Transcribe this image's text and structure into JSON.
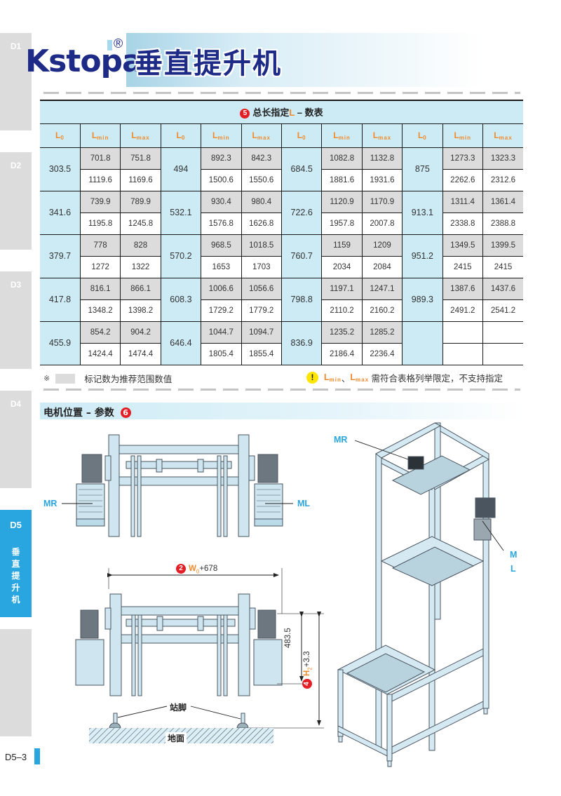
{
  "sidebar": {
    "tabs": [
      {
        "code": "D1",
        "active": false
      },
      {
        "code": "D2",
        "active": false
      },
      {
        "code": "D3",
        "active": false
      },
      {
        "code": "D4",
        "active": false
      },
      {
        "code": "D5",
        "active": true,
        "label_chars": [
          "垂",
          "直",
          "提",
          "升",
          "机"
        ]
      },
      {
        "code": "",
        "active": false
      }
    ]
  },
  "header": {
    "brand": "Kstopa",
    "registered_mark": "®",
    "title": "垂直提升机"
  },
  "table": {
    "badge": "5",
    "title_prefix": "总长指定",
    "title_var": "L",
    "title_suffix": " – 数表",
    "headers": [
      {
        "main": "L",
        "sub": "0"
      },
      {
        "main": "L",
        "sub": "min"
      },
      {
        "main": "L",
        "sub": "max"
      },
      {
        "main": "L",
        "sub": "0"
      },
      {
        "main": "L",
        "sub": "min"
      },
      {
        "main": "L",
        "sub": "max"
      },
      {
        "main": "L",
        "sub": "0"
      },
      {
        "main": "L",
        "sub": "min"
      },
      {
        "main": "L",
        "sub": "max"
      },
      {
        "main": "L",
        "sub": "0"
      },
      {
        "main": "L",
        "sub": "min"
      },
      {
        "main": "L",
        "sub": "max"
      }
    ],
    "groups": [
      {
        "blocks": [
          {
            "l0": "303.5",
            "rec_min": "701.8",
            "rec_max": "751.8",
            "min": "1119.6",
            "max": "1169.6"
          },
          {
            "l0": "494",
            "rec_min": "892.3",
            "rec_max": "842.3",
            "min": "1500.6",
            "max": "1550.6"
          },
          {
            "l0": "684.5",
            "rec_min": "1082.8",
            "rec_max": "1132.8",
            "min": "1881.6",
            "max": "1931.6"
          },
          {
            "l0": "875",
            "rec_min": "1273.3",
            "rec_max": "1323.3",
            "min": "2262.6",
            "max": "2312.6"
          }
        ]
      },
      {
        "blocks": [
          {
            "l0": "341.6",
            "rec_min": "739.9",
            "rec_max": "789.9",
            "min": "1195.8",
            "max": "1245.8"
          },
          {
            "l0": "532.1",
            "rec_min": "930.4",
            "rec_max": "980.4",
            "min": "1576.8",
            "max": "1626.8"
          },
          {
            "l0": "722.6",
            "rec_min": "1120.9",
            "rec_max": "1170.9",
            "min": "1957.8",
            "max": "2007.8"
          },
          {
            "l0": "913.1",
            "rec_min": "1311.4",
            "rec_max": "1361.4",
            "min": "2338.8",
            "max": "2388.8"
          }
        ]
      },
      {
        "blocks": [
          {
            "l0": "379.7",
            "rec_min": "778",
            "rec_max": "828",
            "min": "1272",
            "max": "1322"
          },
          {
            "l0": "570.2",
            "rec_min": "968.5",
            "rec_max": "1018.5",
            "min": "1653",
            "max": "1703"
          },
          {
            "l0": "760.7",
            "rec_min": "1159",
            "rec_max": "1209",
            "min": "2034",
            "max": "2084"
          },
          {
            "l0": "951.2",
            "rec_min": "1349.5",
            "rec_max": "1399.5",
            "min": "2415",
            "max": "2415"
          }
        ]
      },
      {
        "blocks": [
          {
            "l0": "417.8",
            "rec_min": "816.1",
            "rec_max": "866.1",
            "min": "1348.2",
            "max": "1398.2"
          },
          {
            "l0": "608.3",
            "rec_min": "1006.6",
            "rec_max": "1056.6",
            "min": "1729.2",
            "max": "1779.2"
          },
          {
            "l0": "798.8",
            "rec_min": "1197.1",
            "rec_max": "1247.1",
            "min": "2110.2",
            "max": "2160.2"
          },
          {
            "l0": "989.3",
            "rec_min": "1387.6",
            "rec_max": "1437.6",
            "min": "2491.2",
            "max": "2541.2"
          }
        ]
      },
      {
        "blocks": [
          {
            "l0": "455.9",
            "rec_min": "854.2",
            "rec_max": "904.2",
            "min": "1424.4",
            "max": "1474.4"
          },
          {
            "l0": "646.4",
            "rec_min": "1044.7",
            "rec_max": "1094.7",
            "min": "1805.4",
            "max": "1855.4"
          },
          {
            "l0": "836.9",
            "rec_min": "1235.2",
            "rec_max": "1285.2",
            "min": "2186.4",
            "max": "2236.4"
          },
          {
            "l0": "",
            "rec_min": "",
            "rec_max": "",
            "min": "",
            "max": ""
          }
        ]
      }
    ],
    "footnote_left": {
      "symbol": "※",
      "text": "标记数为推荐范围数值",
      "swatch_color": "#dcdcdc"
    },
    "footnote_right": {
      "icon": "!",
      "lmin": "L",
      "lmin_sub": "min",
      "sep": "、",
      "lmax": "L",
      "lmax_sub": "max",
      "text": " 需符合表格列举限定，不支持指定"
    }
  },
  "section": {
    "title": "电机位置 – 参数",
    "badge": "6"
  },
  "diagrams": {
    "top_view": {
      "left_label": "MR",
      "right_label": "ML"
    },
    "front_view": {
      "width_badge": "2",
      "width_var": "W",
      "width_sub": "0",
      "width_expr": "+678",
      "height_dim": "483.5",
      "height_badge": "4",
      "height_var": "H",
      "height_sub": "2",
      "height_expr": "+3.3",
      "feet_label": "站脚",
      "ground_label": "地面"
    },
    "iso_view": {
      "mr_label": "MR",
      "ml_label_line1": "M",
      "ml_label_line2": "L"
    }
  },
  "colors": {
    "brand_navy": "#1d2a86",
    "accent_blue": "#29a6df",
    "table_blue": "#cdebf5",
    "recommend_gray": "#dcdcdc",
    "header_orange": "#f08a2c",
    "badge_red": "#e31e24",
    "warn_yellow": "#ffe600"
  },
  "footer": {
    "page_number": "D5–3"
  }
}
